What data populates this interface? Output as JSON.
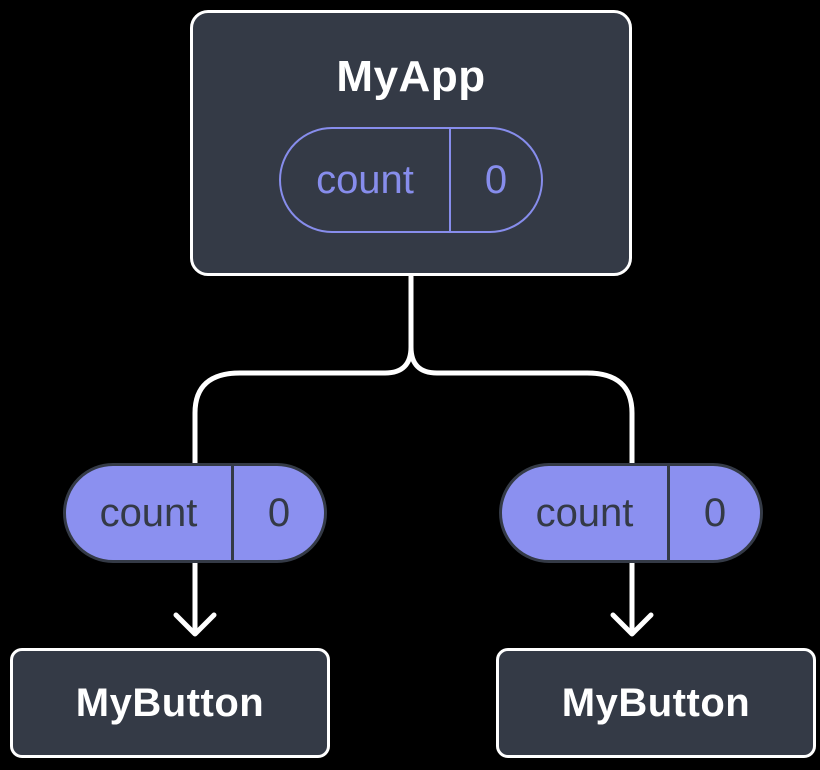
{
  "diagram": {
    "type": "component-tree",
    "root": {
      "title": "MyApp",
      "state": {
        "name": "count",
        "value": "0"
      }
    },
    "children": [
      {
        "title": "MyButton",
        "prop": {
          "name": "count",
          "value": "0"
        }
      },
      {
        "title": "MyButton",
        "prop": {
          "name": "count",
          "value": "0"
        }
      }
    ],
    "colors": {
      "background": "#000000",
      "node_background": "#343a46",
      "node_border": "#ffffff",
      "node_title": "#ffffff",
      "state_pill_outline": "#878dec",
      "prop_pill_fill": "#8b90f0",
      "prop_pill_dark": "#343a46",
      "connector": "#ffffff"
    }
  }
}
